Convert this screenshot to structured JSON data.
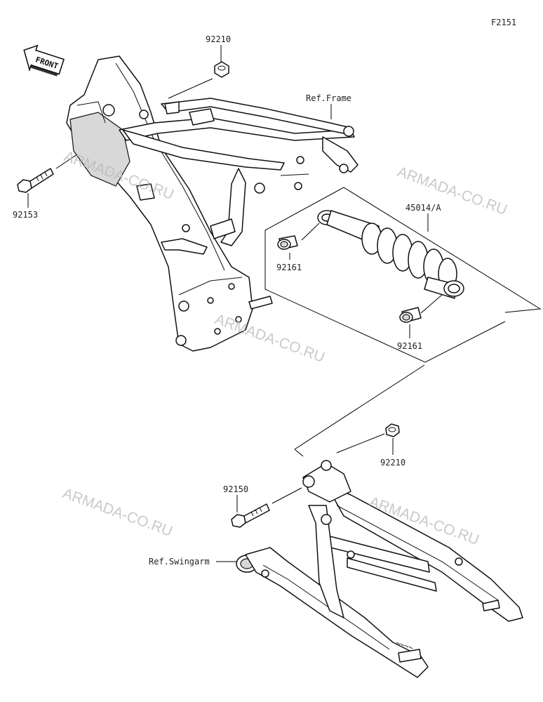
{
  "diagram_code": "F2151",
  "front_label": "FRONT",
  "watermark": "ARMADA-CO.RU",
  "labels": {
    "nut_top": "92210",
    "ref_frame": "Ref.Frame",
    "bolt_frame": "92153",
    "shock_absorber": "45014/A",
    "bushing_left": "92161",
    "bushing_right": "92161",
    "nut_swingarm": "92210",
    "bolt_swingarm": "92150",
    "ref_swingarm": "Ref.Swingarm"
  }
}
